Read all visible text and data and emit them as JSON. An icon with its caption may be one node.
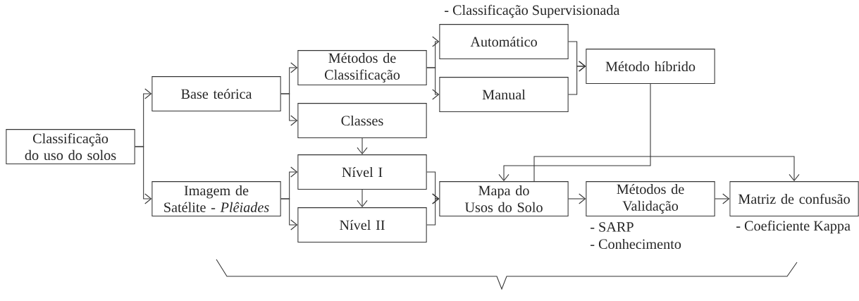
{
  "diagram": {
    "nodes": [
      {
        "text": [
          "Classificação do uso do solos"
        ]
      },
      {
        "text": [
          "Base teórica"
        ]
      },
      {
        "text": [
          "Imagem de Satélite - *Plêiades*"
        ]
      },
      {
        "text": [
          "Métodos de Classificação"
        ]
      },
      {
        "text": [
          "Classes"
        ]
      },
      {
        "text": [
          "Nível I"
        ]
      },
      {
        "text": [
          "Nível II"
        ]
      },
      {
        "text": [
          "Automático"
        ],
        "beside": [
          "- Classificação Supervisionada"
        ]
      },
      {
        "text": [
          "Manual"
        ]
      },
      {
        "text": [
          "Método híbrido"
        ]
      },
      {
        "text": [
          "Mapa do Usos do Solo"
        ]
      },
      {
        "text": [
          "Métodos de Validação"
        ],
        "beside": [
          "- SARP",
          "- Conhecimento"
        ]
      },
      {
        "text": [
          "Matriz de confusão"
        ],
        "beside": [
          "- Coeficiente Kappa"
        ]
      }
    ],
    "edges": [
      {
        "from": 0,
        "to": 1,
        "arrow": "to"
      },
      {
        "from": 0,
        "to": 2,
        "arrow": "to"
      },
      {
        "from": 1,
        "to": 3,
        "arrow": "to"
      },
      {
        "from": 1,
        "to": 4,
        "arrow": "to"
      },
      {
        "from": 3,
        "to": 7,
        "arrow": "to"
      },
      {
        "from": 3,
        "to": 8,
        "arrow": "to"
      },
      {
        "from": 7,
        "to": 9,
        "arrow": "to"
      },
      {
        "from": 8,
        "to": 9,
        "arrow": "to"
      },
      {
        "from": 4,
        "to": 5,
        "arrow": "to"
      },
      {
        "from": 5,
        "to": 6,
        "arrow": "to"
      },
      {
        "from": 2,
        "to": 5,
        "arrow": "to"
      },
      {
        "from": 2,
        "to": 6,
        "arrow": "to"
      },
      {
        "from": 5,
        "to": 10,
        "arrow": "to"
      },
      {
        "from": 6,
        "to": 10,
        "arrow": "to"
      },
      {
        "from": 9,
        "to": 10,
        "arrow": "to"
      },
      {
        "from": 10,
        "to": 11,
        "arrow": "to"
      },
      {
        "from": 11,
        "to": 12,
        "arrow": "to"
      },
      {
        "from": 10,
        "to": 12,
        "arrow": "to"
      }
    ]
  }
}
